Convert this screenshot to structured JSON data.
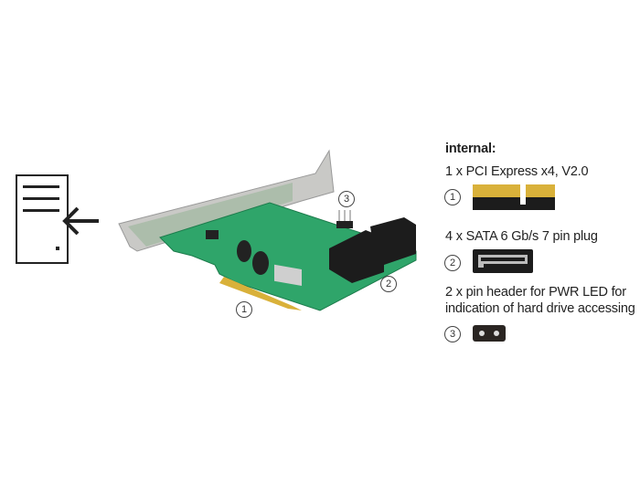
{
  "heading": "internal:",
  "features": [
    {
      "number": "1",
      "label": "1 x PCI Express x4, V2.0",
      "icon": "pcie-connector-icon"
    },
    {
      "number": "2",
      "label": "4 x SATA 6 Gb/s 7 pin plug",
      "icon": "sata-port-icon"
    },
    {
      "number": "3",
      "label_line1": "2 x pin header for PWR LED for",
      "label_line2": "indication of hard drive accessing",
      "icon": "pin-header-icon"
    }
  ],
  "callouts": [
    "1",
    "2",
    "3"
  ],
  "colors": {
    "pcb": "#2fa56a",
    "gold": "#d9b13a",
    "bracket": "#c9c9c6",
    "connector": "#1c1c1c"
  }
}
